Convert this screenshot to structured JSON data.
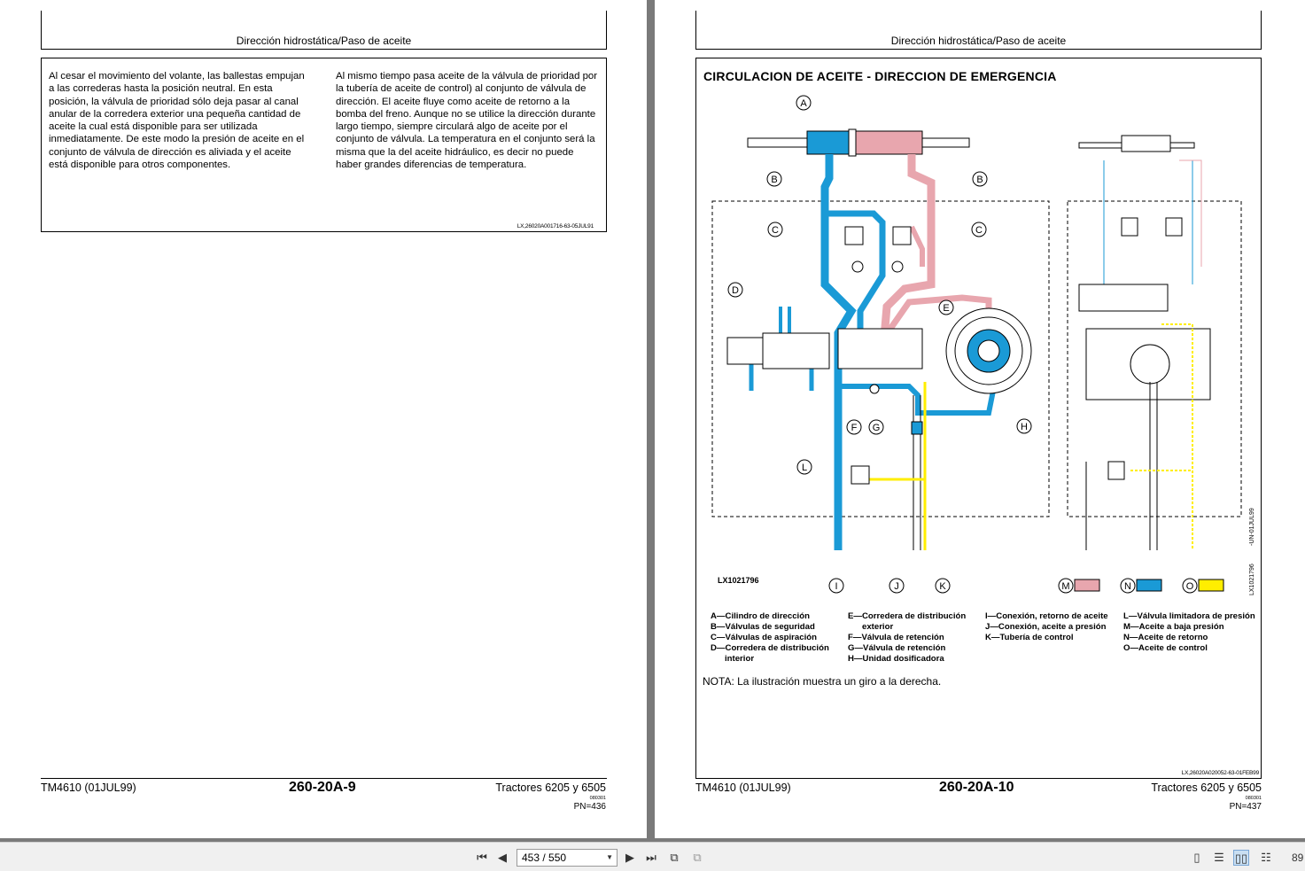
{
  "left_page": {
    "header": "Dirección hidrostática/Paso de aceite",
    "col1": "Al cesar el movimiento del volante, las ballestas empujan a las correderas hasta la posición neutral. En esta posición, la válvula de prioridad sólo deja pasar al canal anular de la corredera exterior una pequeña cantidad de aceite la cual está disponible para ser utilizada inmediatamente. De este modo la presión de aceite en el conjunto de válvula de dirección es aliviada y el aceite está disponible para otros componentes.",
    "col2": "Al mismo tiempo pasa aceite de la válvula de prioridad por la tubería de aceite de control) al conjunto de válvula de dirección. El aceite fluye como aceite de retorno a la bomba del freno. Aunque no se utilice la dirección durante largo tiempo, siempre circulará algo de aceite por el conjunto de válvula. La temperatura en el conjunto será la misma que la del aceite hidráulico, es decir no puede haber grandes diferencias de temperatura.",
    "ref": "LX,26020A001716-63-05JUL91",
    "footer_left": "TM4610 (01JUL99)",
    "footer_center": "260-20A-9",
    "footer_right": "Tractores 6205 y 6505",
    "footer_small": "080301",
    "footer_pn": "PN=436"
  },
  "right_page": {
    "header": "Dirección hidrostática/Paso de aceite",
    "figure_title": "CIRCULACION DE ACEITE - DIRECCION DE EMERGENCIA",
    "figure_id": "LX1021796",
    "figure_vertical_id": "LX1021796",
    "figure_vertical_date": "-UN-01JUL99",
    "callouts": [
      "A",
      "B",
      "B",
      "C",
      "C",
      "D",
      "E",
      "F",
      "G",
      "H",
      "L",
      "I",
      "J",
      "K",
      "M",
      "N",
      "O"
    ],
    "legend_col1": [
      "A—Cilindro de dirección",
      "B—Válvulas de seguridad",
      "C—Válvulas de aspiración",
      "D—Corredera de distribución interior"
    ],
    "legend_col2": [
      "E—Corredera de distribución exterior",
      "F—Válvula de retención",
      "G—Válvula de retención",
      "H—Unidad dosificadora"
    ],
    "legend_col3": [
      "I—Conexión, retorno de aceite",
      "J—Conexión, aceite a presión",
      "K—Tubería de control"
    ],
    "legend_col4": [
      "L—Válvula limitadora de presión",
      "M—Aceite a baja presión",
      "N—Aceite de retorno",
      "O—Aceite de control"
    ],
    "note": "NOTA: La ilustración muestra un giro a la derecha.",
    "ref": "LX,26020A020052-63-01FEB99",
    "footer_left": "TM4610 (01JUL99)",
    "footer_center": "260-20A-10",
    "footer_right": "Tractores 6205 y 6505",
    "footer_small": "080301",
    "footer_pn": "PN=437"
  },
  "colors": {
    "low_pressure": "#e8a6ae",
    "return_oil": "#1a9ad6",
    "control_oil": "#ffee00"
  },
  "toolbar": {
    "page_indicator": "453 / 550",
    "zoom": "89"
  }
}
